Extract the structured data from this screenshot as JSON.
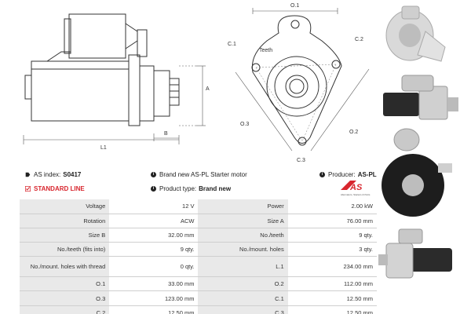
{
  "diagram_labels": {
    "a": "A",
    "b": "B",
    "l1": "L1",
    "o1": "O.1",
    "o2": "O.2",
    "o3": "O.3",
    "c1": "C.1",
    "c2": "C.2",
    "c3": "C.3",
    "teeth": "Teeth"
  },
  "info": {
    "as_index_label": "AS index:",
    "as_index_value": "S0417",
    "standard_line": "STANDARD LINE",
    "description": "Brand new AS-PL Starter motor",
    "product_type_label": "Product type:",
    "product_type_value": "Brand new",
    "producer_label": "Producer:",
    "producer_value": "AS-PL"
  },
  "brand": {
    "logo_text": "AS",
    "tagline": "Alternators, Starters & Parts",
    "accent_color": "#d8262e"
  },
  "specs": [
    {
      "l1": "Voltage",
      "v1": "12 V",
      "l2": "Power",
      "v2": "2.00 kW"
    },
    {
      "l1": "Rotation",
      "v1": "ACW",
      "l2": "Size A",
      "v2": "76.00 mm"
    },
    {
      "l1": "Size B",
      "v1": "32.00 mm",
      "l2": "No./teeth",
      "v2": "9 qty."
    },
    {
      "l1": "No./teeth (fits into)",
      "v1": "9 qty.",
      "l2": "No./mount. holes",
      "v2": "3 qty."
    },
    {
      "l1": "No./mount. holes with thread",
      "v1": "0 qty.",
      "l2": "L.1",
      "v2": "234.00 mm"
    },
    {
      "l1": "O.1",
      "v1": "33.00 mm",
      "l2": "O.2",
      "v2": "112.00 mm"
    },
    {
      "l1": "O.3",
      "v1": "123.00 mm",
      "l2": "C.1",
      "v2": "12.50 mm"
    },
    {
      "l1": "C.2",
      "v1": "12.50 mm",
      "l2": "C.3",
      "v2": "12.50 mm"
    }
  ]
}
